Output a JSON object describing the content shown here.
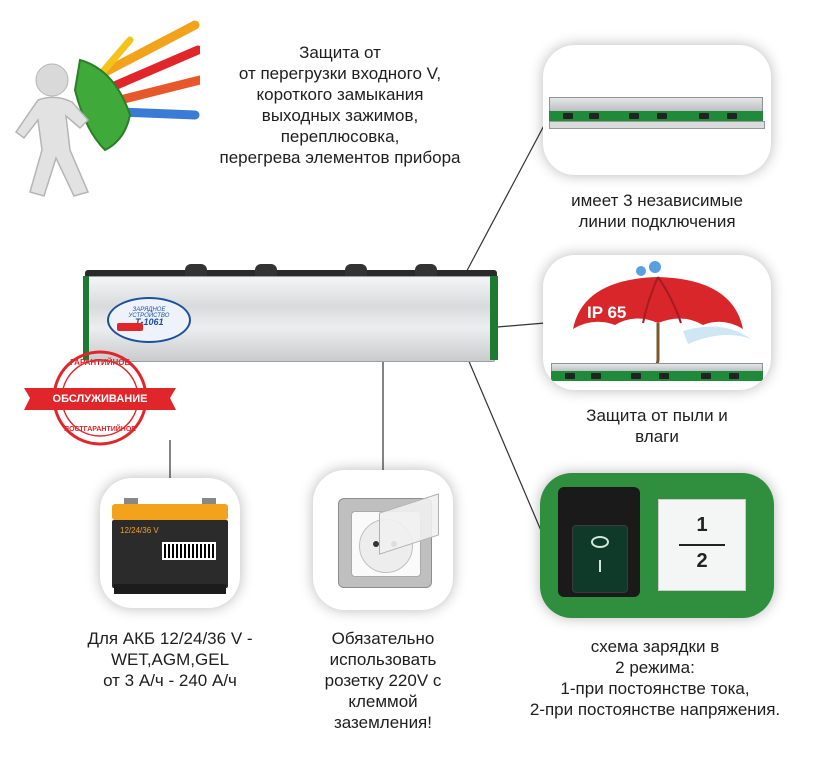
{
  "protection": {
    "lines": [
      "Защита от",
      "от перегрузки входного V,",
      "короткого замыкания",
      "выходных зажимов,",
      "переплюсовка,",
      "перегрева элементов прибора"
    ]
  },
  "device": {
    "brand": "ЗАРЯДНОЕ УСТРОЙСТВО",
    "model": "Т-1061"
  },
  "lines_card": {
    "caption": [
      "имеет 3 независимые",
      "линии подключения"
    ]
  },
  "ip_card": {
    "badge": "IP 65",
    "caption": [
      "Защита от пыли и",
      "влаги"
    ]
  },
  "stamp": {
    "top": "ГАРАНТИЙНОЕ",
    "ribbon": "ОБСЛУЖИВАНИЕ",
    "bottom": "ПОСТГАРАНТИЙНОЕ",
    "color": "#e0262b"
  },
  "battery_card": {
    "label": "12/24/36 V",
    "caption": [
      "Для АКБ 12/24/36 V -",
      "WET,AGM,GEL",
      "от 3 А/ч - 240 А/ч"
    ]
  },
  "socket_card": {
    "caption": [
      "Обязательно",
      "использовать",
      "розетку 220V с",
      "клеммой",
      "заземления!"
    ]
  },
  "switch_card": {
    "mode_top": "1",
    "mode_bottom": "2",
    "caption": [
      "схема зарядки в",
      "2 режима:",
      "1-при постоянстве тока,",
      "2-при постоянстве напряжения."
    ]
  },
  "colors": {
    "green": "#1f8a3a",
    "red": "#e0262b",
    "accent_yellow": "#f3a21b"
  }
}
